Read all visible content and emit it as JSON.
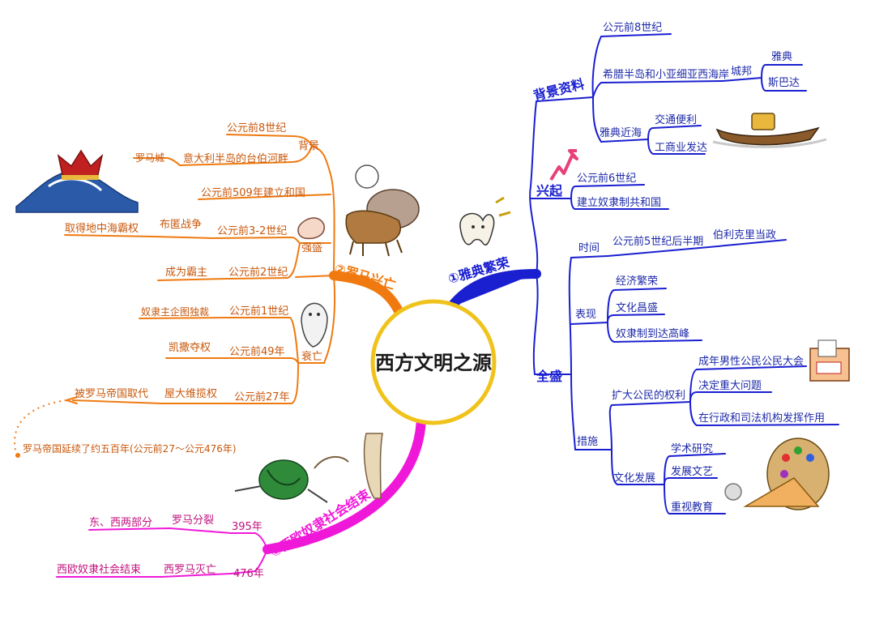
{
  "center": "西方文明之源",
  "colors": {
    "blue": "#1a1fd0",
    "orange": "#f07a10",
    "magenta": "#f018d8",
    "center_border": "#f0c31c"
  },
  "athens": {
    "title": "①雅典繁荣",
    "background": {
      "label": "背景资料",
      "time": "公元前8世纪",
      "location": "希腊半岛和小亚细亚西海岸",
      "city_state": "城邦",
      "cities": [
        "雅典",
        "斯巴达"
      ],
      "athens_sea": "雅典近海",
      "features": [
        "交通便利",
        "工商业发达"
      ]
    },
    "rise": {
      "label": "兴起",
      "time": "公元前6世纪",
      "event": "建立奴隶制共和国"
    },
    "peak": {
      "label": "全盛",
      "time_label": "时间",
      "time": "公元前5世纪后半期",
      "ruler": "伯利克里当政",
      "manifest_label": "表现",
      "manifest": [
        "经济繁荣",
        "文化昌盛",
        "奴隶制到达高峰"
      ],
      "measures_label": "措施",
      "rights": {
        "label": "扩大公民的权利",
        "items": [
          "成年男性公民公民大会",
          "决定重大问题",
          "在行政和司法机构发挥作用"
        ]
      },
      "culture": {
        "label": "文化发展",
        "items": [
          "学术研究",
          "发展文艺",
          "重视教育"
        ]
      }
    }
  },
  "rome": {
    "title": "②罗马兴亡",
    "background": {
      "label": "背景",
      "time": "公元前8世纪",
      "place": "意大利半岛的台伯河畔",
      "city": "罗马城"
    },
    "republic": "公元前509年建立和国",
    "strong": {
      "label": "强盛",
      "rows": [
        {
          "time": "公元前3-2世纪",
          "event": "布匿战争",
          "result": "取得地中海霸权"
        },
        {
          "time": "公元前2世纪",
          "event": "成为霸主"
        }
      ]
    },
    "decline": {
      "label": "衰亡",
      "rows": [
        {
          "time": "公元前1世纪",
          "event": "奴隶主企图独裁"
        },
        {
          "time": "公元前49年",
          "event": "凯撒夺权"
        },
        {
          "time": "公元前27年",
          "event": "屋大维揽权",
          "result": "被罗马帝国取代"
        }
      ]
    },
    "note": "罗马帝国延续了约五百年(公元前27～公元476年)"
  },
  "west": {
    "title": "③西欧奴隶社会结束",
    "rows": [
      {
        "year": "395年",
        "event": "罗马分裂",
        "detail": "东、西两部分"
      },
      {
        "year": "476年",
        "event": "西罗马灭亡",
        "detail": "西欧奴隶社会结束"
      }
    ]
  }
}
